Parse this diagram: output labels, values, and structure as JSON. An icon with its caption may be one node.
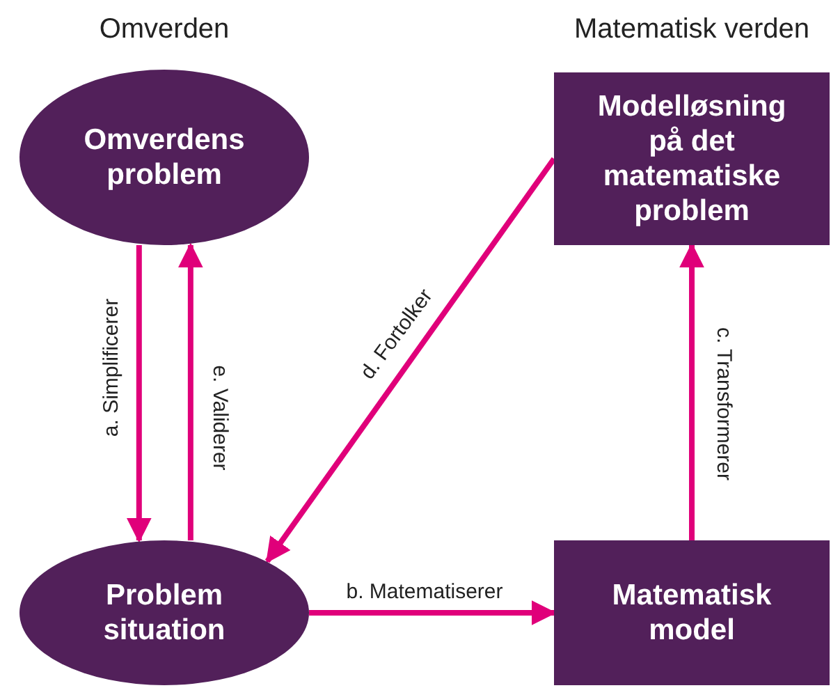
{
  "diagram": {
    "nodes": [
      {
        "text": [
          "Omverdens problem"
        ]
      },
      {
        "text": [
          "Modelløsning på det matematiske problem"
        ]
      },
      {
        "text": [
          "Problem situation"
        ]
      },
      {
        "text": [
          "Matematisk model"
        ]
      }
    ],
    "edges": [
      {
        "from": 0,
        "to": 2,
        "arrow": "to",
        "label": "a. Simplificerer"
      },
      {
        "from": 2,
        "to": 0,
        "arrow": "to",
        "label": "e. Validerer"
      },
      {
        "from": 1,
        "to": 2,
        "arrow": "to",
        "label": "d. Fortolker"
      },
      {
        "from": 2,
        "to": 3,
        "arrow": "to",
        "label": "b. Matematiserer"
      },
      {
        "from": 3,
        "to": 1,
        "arrow": "to",
        "label": "c. Transformerer"
      }
    ],
    "labels": [
      "Omverden",
      "Matematisk verden"
    ]
  }
}
